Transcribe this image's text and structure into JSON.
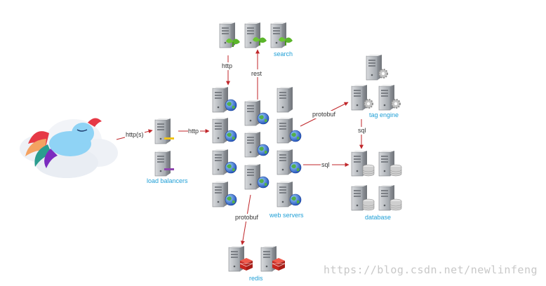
{
  "groups": {
    "search": "search",
    "load_balancers": "load balancers",
    "web_servers": "web servers",
    "tag_engine": "tag engine",
    "database": "database",
    "redis": "redis"
  },
  "edges": {
    "https": "http(s)",
    "http_lb": "http",
    "http_search": "http",
    "rest": "rest",
    "protobuf_tag": "protobuf",
    "sql_tag": "sql",
    "sql_db": "sql",
    "protobuf_redis": "protobuf"
  },
  "watermark": "https://blog.csdn.net/newlinfeng",
  "colors": {
    "arrow": "#c0262a",
    "label_blue": "#1f9fd6",
    "server_gray": "#a9adb2",
    "globe_blue": "#2f6fd8",
    "leaf_green": "#5bb52a",
    "gear_gray": "#b9b9b9",
    "redis_red": "#d9312a",
    "disk_gray": "#cfcfcf"
  },
  "icons": [
    "client-cloud-pony-icon",
    "server-tower-icon",
    "globe-icon",
    "leaf-icon",
    "gear-icon",
    "database-disk-icon",
    "redis-cube-icon"
  ]
}
